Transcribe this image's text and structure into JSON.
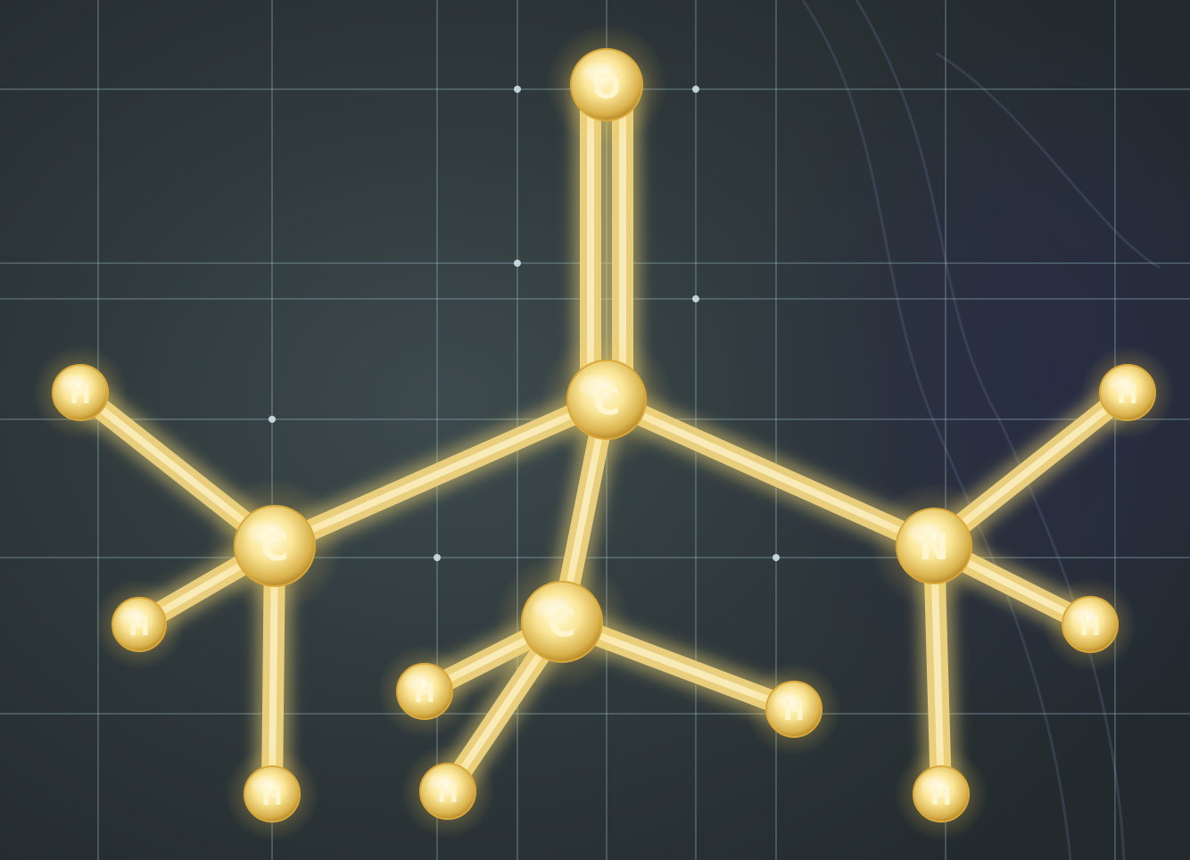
{
  "molecule": {
    "colors": {
      "glow": "#ffe27a",
      "atom_core": "#fff3b8",
      "atom_edge": "#d8a93a",
      "bond": "#e9cf7d",
      "grid": "#9fc4cf"
    },
    "atoms": [
      {
        "id": "o1",
        "element": "O"
      },
      {
        "id": "c1",
        "element": "C"
      },
      {
        "id": "c2",
        "element": "C"
      },
      {
        "id": "c3",
        "element": "C"
      },
      {
        "id": "n1",
        "element": "N"
      },
      {
        "id": "h1",
        "element": "H"
      },
      {
        "id": "h2",
        "element": "H"
      },
      {
        "id": "h3",
        "element": "H"
      },
      {
        "id": "h4",
        "element": "H"
      },
      {
        "id": "h5",
        "element": "H"
      },
      {
        "id": "h6",
        "element": "H"
      },
      {
        "id": "h7",
        "element": "H"
      },
      {
        "id": "h8",
        "element": "H"
      },
      {
        "id": "h9",
        "element": "H"
      }
    ]
  }
}
